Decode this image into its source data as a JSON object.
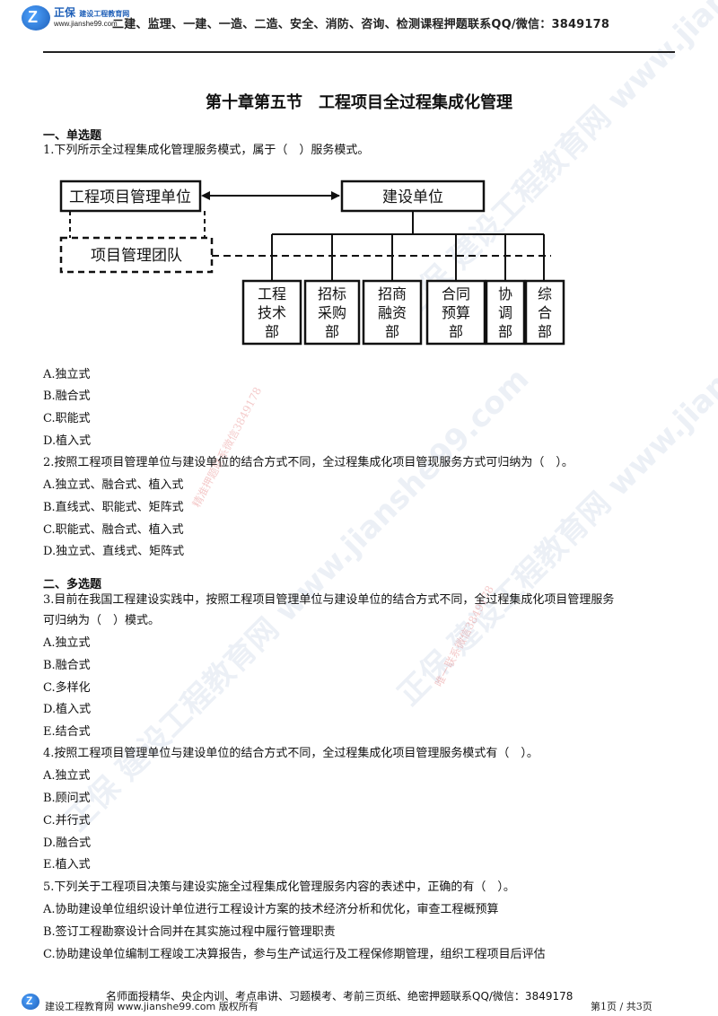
{
  "header": {
    "logo_brand": "正保",
    "logo_subtitle": "建设工程教育网",
    "logo_url": "www.jianshe99.com",
    "promo": "二建、监理、一建、一造、二造、安全、消防、咨询、检测课程押题联系QQ/微信：3849178"
  },
  "title": "第十章第五节　工程项目全过程集成化管理",
  "section1": {
    "heading": "一、单选题"
  },
  "q1": {
    "stem": "1.下列所示全过程集成化管理服务模式，属于（　）服务模式。",
    "options": [
      "A.独立式",
      "B.融合式",
      "C.职能式",
      "D.植入式"
    ]
  },
  "diagram": {
    "left_top": "工程项目管理单位",
    "left_bottom": "项目管理团队",
    "right_top": "建设单位",
    "departments": [
      [
        "工程",
        "技术",
        "部"
      ],
      [
        "招标",
        "采购",
        "部"
      ],
      [
        "招商",
        "融资",
        "部"
      ],
      [
        "合同",
        "预算",
        "部"
      ],
      [
        "协",
        "调",
        "部"
      ],
      [
        "综",
        "合",
        "部"
      ]
    ]
  },
  "q2": {
    "stem": "2.按照工程项目管理单位与建设单位的结合方式不同，全过程集成化项目管现服务方式可归纳为（　）。",
    "options": [
      "A.独立式、融合式、植入式",
      "B.直线式、职能式、矩阵式",
      "C.职能式、融合式、植入式",
      "D.独立式、直线式、矩阵式"
    ]
  },
  "section2": {
    "heading": "二、多选题"
  },
  "q3": {
    "stem_line1": "3.目前在我国工程建设实践中，按照工程项目管理单位与建设单位的结合方式不同，全过程集成化项目管理服务",
    "stem_line2": "可归纳为（　）模式。",
    "options": [
      "A.独立式",
      "B.融合式",
      "C.多样化",
      "D.植入式",
      "E.结合式"
    ]
  },
  "q4": {
    "stem": "4.按照工程项目管理单位与建设单位的结合方式不同，全过程集成化项目管理服务模式有（　）。",
    "options": [
      "A.独立式",
      "B.顾问式",
      "C.并行式",
      "D.融合式",
      "E.植入式"
    ]
  },
  "q5": {
    "stem": "5.下列关于工程项目决策与建设实施全过程集成化管理服务内容的表述中，正确的有（　）。",
    "options": [
      "A.协助建设单位组织设计单位进行工程设计方案的技术经济分析和优化，审查工程概预算",
      "B.签订工程勘察设计合同并在其实施过程中履行管理职责",
      "C.协助建设单位编制工程竣工决算报告，参与生产试运行及工程保修期管理，组织工程项目后评估"
    ]
  },
  "watermarks": {
    "blue": "正保 建设工程教育网 www.jianshe99.com",
    "red1": "精准押题联系微信3849178",
    "red2": "唯一联系微信3849178"
  },
  "footer": {
    "promo": "名师面授精华、央企内训、考点串讲、习题模考、考前三页纸、绝密押题联系QQ/微信：3849178",
    "left": "建设工程教育网 www.jianshe99.com 版权所有",
    "page": "第1页 / 共3页"
  }
}
